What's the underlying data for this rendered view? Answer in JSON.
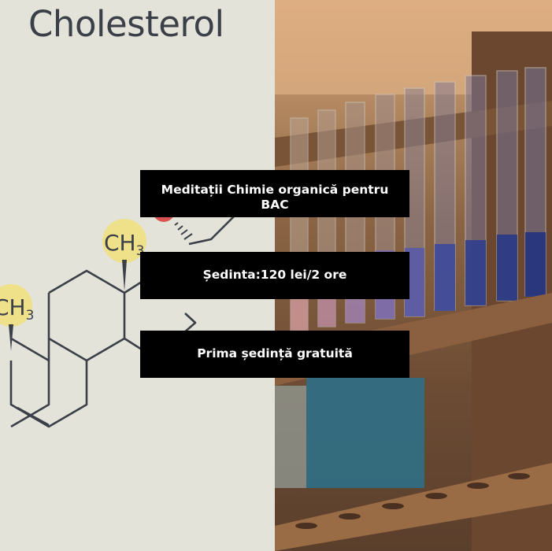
{
  "image": {
    "title": "Cholesterol",
    "molecule_labels": {
      "methyl_top": "CH",
      "methyl_top_sub": "3",
      "methyl_left": "CH",
      "methyl_left_sub": "3"
    },
    "banners": [
      {
        "text": "Meditații Chimie organică pentru BAC"
      },
      {
        "text": "Ședinta:120 lei/2 ore"
      },
      {
        "text": "Prima ședință gratuită"
      }
    ],
    "colors": {
      "left_background": "#e3e3da",
      "title": "#3b3f48",
      "bond_lines": "#3b3f48",
      "methyl_highlight": "#efe08a",
      "banner_background": "#000000",
      "banner_text": "#ffffff"
    }
  }
}
